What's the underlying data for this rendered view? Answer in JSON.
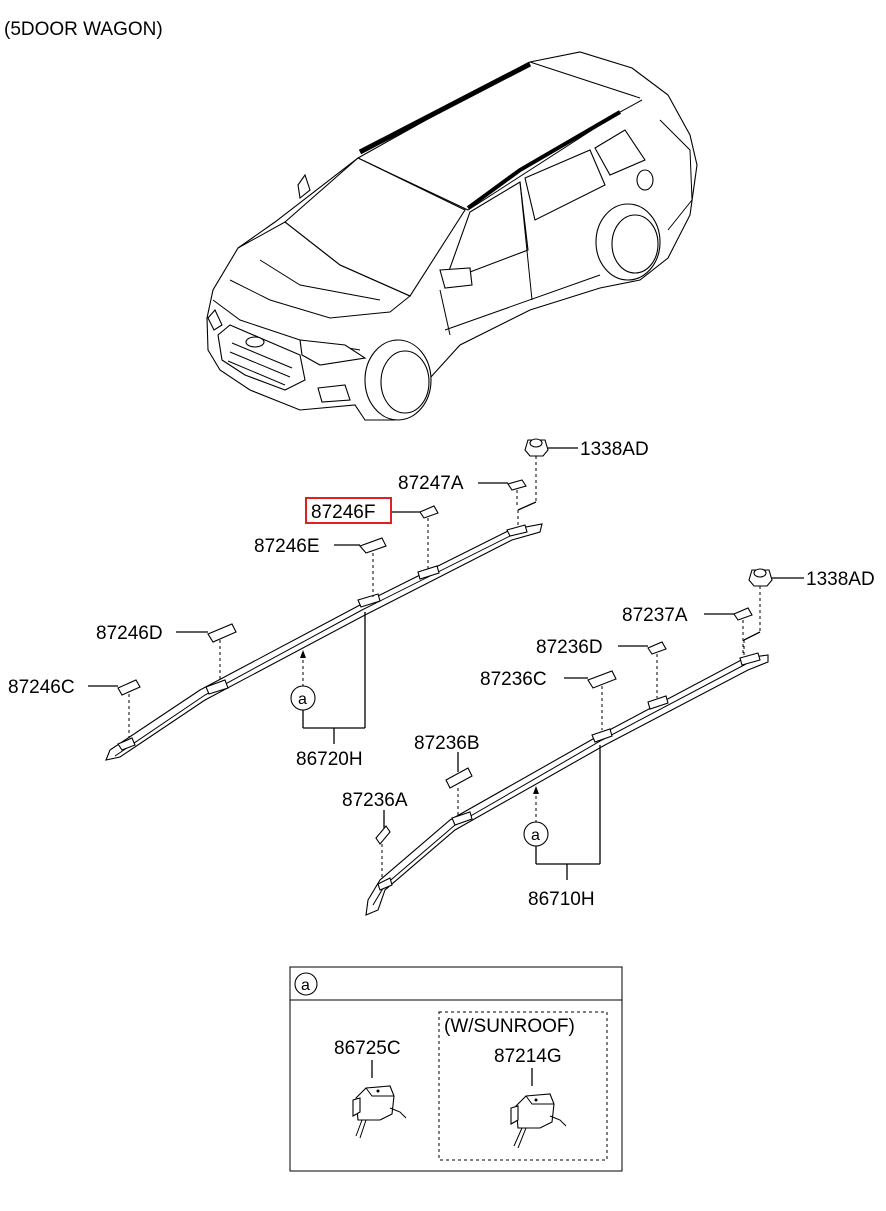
{
  "header": {
    "variant": "(5DOOR WAGON)"
  },
  "parts": {
    "nut_left": "1338AD",
    "nut_right": "1338AD",
    "p87247A": "87247A",
    "p87246F": "87246F",
    "p87246E": "87246E",
    "p87246D": "87246D",
    "p87246C": "87246C",
    "p86720H": "86720H",
    "p87237A": "87237A",
    "p87236D": "87236D",
    "p87236C": "87236C",
    "p87236B": "87236B",
    "p87236A": "87236A",
    "p86710H": "86710H"
  },
  "callout": "a",
  "detail": {
    "marker": "a",
    "p86725C": "86725C",
    "sunroof_title": "(W/SUNROOF)",
    "p87214G": "87214G"
  },
  "highlight_color": "#e02020"
}
